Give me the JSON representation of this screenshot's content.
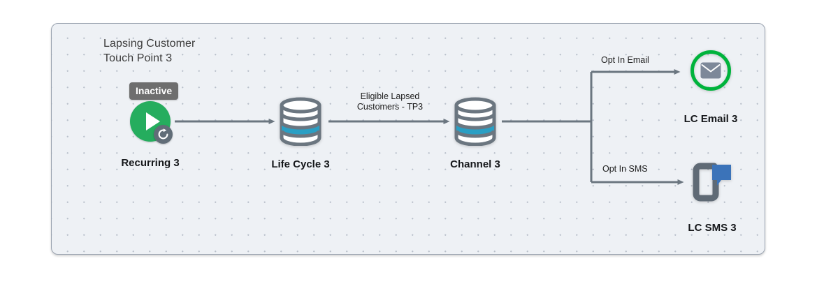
{
  "canvas": {
    "title": "Lapsing Customer\nTouch Point 3",
    "background_color": "#eef1f5",
    "border_color": "#9aa3b0"
  },
  "nodes": {
    "recurring": {
      "label": "Recurring 3",
      "status_badge": "Inactive",
      "icon": "play-circle-icon",
      "sub_icon": "recurring-refresh-icon",
      "color": "#25ad5e",
      "badge_color": "#6e6e6e"
    },
    "lifecycle": {
      "label": "Life Cycle 3",
      "icon": "database-cylinder-icon",
      "outline_color": "#6b7680",
      "band_color": "#2a9fc4"
    },
    "channel": {
      "label": "Channel 3",
      "icon": "database-cylinder-icon",
      "outline_color": "#6b7680",
      "band_color": "#2a9fc4"
    },
    "email": {
      "label": "LC Email 3",
      "icon": "envelope-icon",
      "ring_color": "#00b33c",
      "envelope_color": "#7d8899"
    },
    "sms": {
      "label": "LC SMS 3",
      "icon": "sms-phone-bubble-icon",
      "phone_color": "#5f6a75",
      "bubble_color": "#3b73b9"
    }
  },
  "edges": {
    "recurring_to_lifecycle": {
      "label": ""
    },
    "lifecycle_to_channel": {
      "label": "Eligible Lapsed\nCustomers - TP3"
    },
    "channel_to_email": {
      "label": "Opt In Email"
    },
    "channel_to_sms": {
      "label": "Opt In SMS"
    },
    "line_color": "#6b7680"
  }
}
